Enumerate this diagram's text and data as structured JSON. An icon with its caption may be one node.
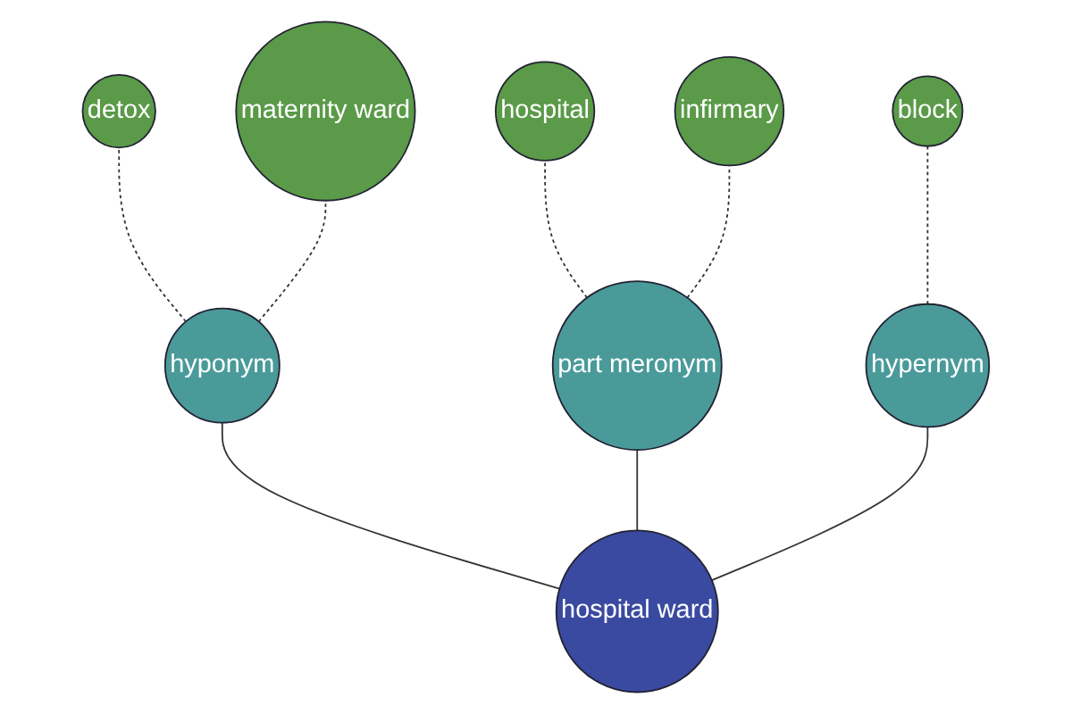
{
  "diagram": {
    "nodes": [
      {
        "text": [
          "hospital"
        ]
      },
      {
        "text": [
          "infirmary"
        ]
      },
      {
        "text": [
          "detox"
        ]
      },
      {
        "text": [
          "part meronym"
        ]
      },
      {
        "text": [
          "hyponym"
        ]
      },
      {
        "text": [
          "maternity ward"
        ]
      },
      {
        "text": [
          "hospital ward"
        ]
      },
      {
        "text": [
          "hypernym"
        ]
      },
      {
        "text": [
          "block"
        ]
      }
    ],
    "edges": [
      {
        "from": 6,
        "to": 4,
        "arrow": "none"
      },
      {
        "from": 6,
        "to": 3,
        "arrow": "none"
      },
      {
        "from": 6,
        "to": 7,
        "arrow": "none"
      },
      {
        "from": 4,
        "to": 2,
        "arrow": "none",
        "style": "dashed"
      },
      {
        "from": 4,
        "to": 5,
        "arrow": "none",
        "style": "dashed"
      },
      {
        "from": 3,
        "to": 0,
        "arrow": "none",
        "style": "dashed"
      },
      {
        "from": 3,
        "to": 1,
        "arrow": "none",
        "style": "dashed"
      },
      {
        "from": 7,
        "to": 8,
        "arrow": "none",
        "style": "dashed"
      }
    ]
  }
}
